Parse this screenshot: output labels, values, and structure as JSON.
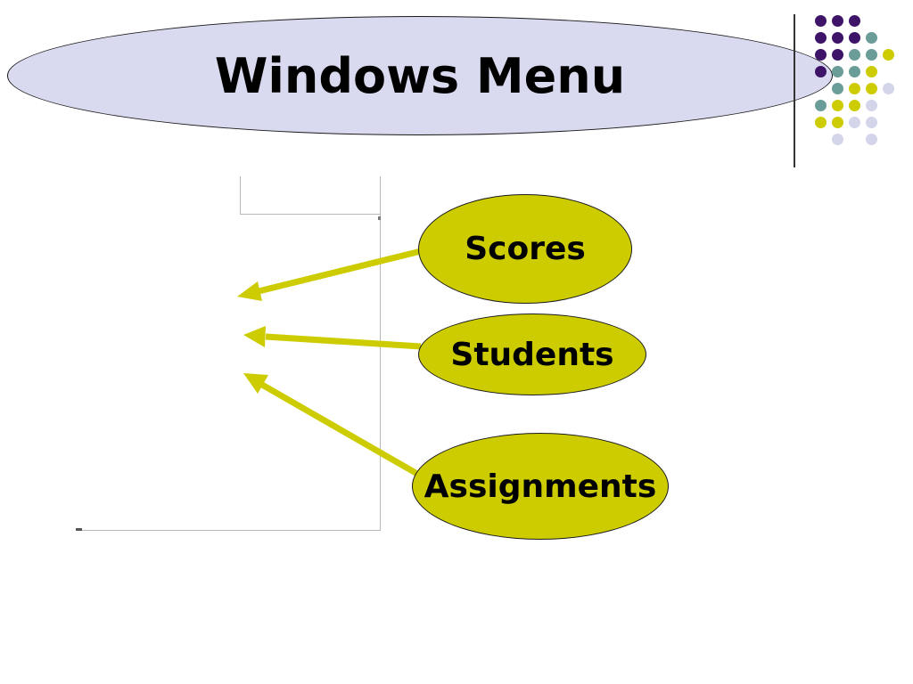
{
  "slide": {
    "title": "Windows Menu",
    "colors": {
      "title_fill": "#d9d9ef",
      "bubble_fill": "#cccc00",
      "arrow": "#cccc00",
      "dot_purple": "#3d1468",
      "dot_teal": "#6a9c98",
      "dot_yellow": "#cccc00",
      "dot_lavender": "#d4d4ea"
    },
    "labels": {
      "scores": "Scores",
      "students": "Students",
      "assignments": "Assignments"
    }
  }
}
